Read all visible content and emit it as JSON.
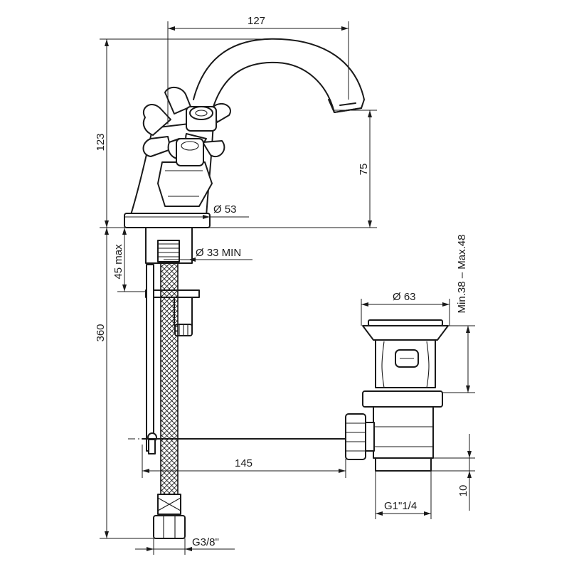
{
  "dimensions": {
    "spout_reach": "127",
    "overall_height": "123",
    "spout_height": "75",
    "base_diameter": "Ø 53",
    "hole_diameter": "Ø 33 MIN",
    "max_thickness": "45 max",
    "hose_length": "360",
    "rod_length": "145",
    "waste_diameter": "Ø 63",
    "waste_range": "Min.38 – Max.48",
    "waste_thread": "G1\"1/4",
    "waste_offset": "10",
    "hose_thread": "G3/8\""
  }
}
